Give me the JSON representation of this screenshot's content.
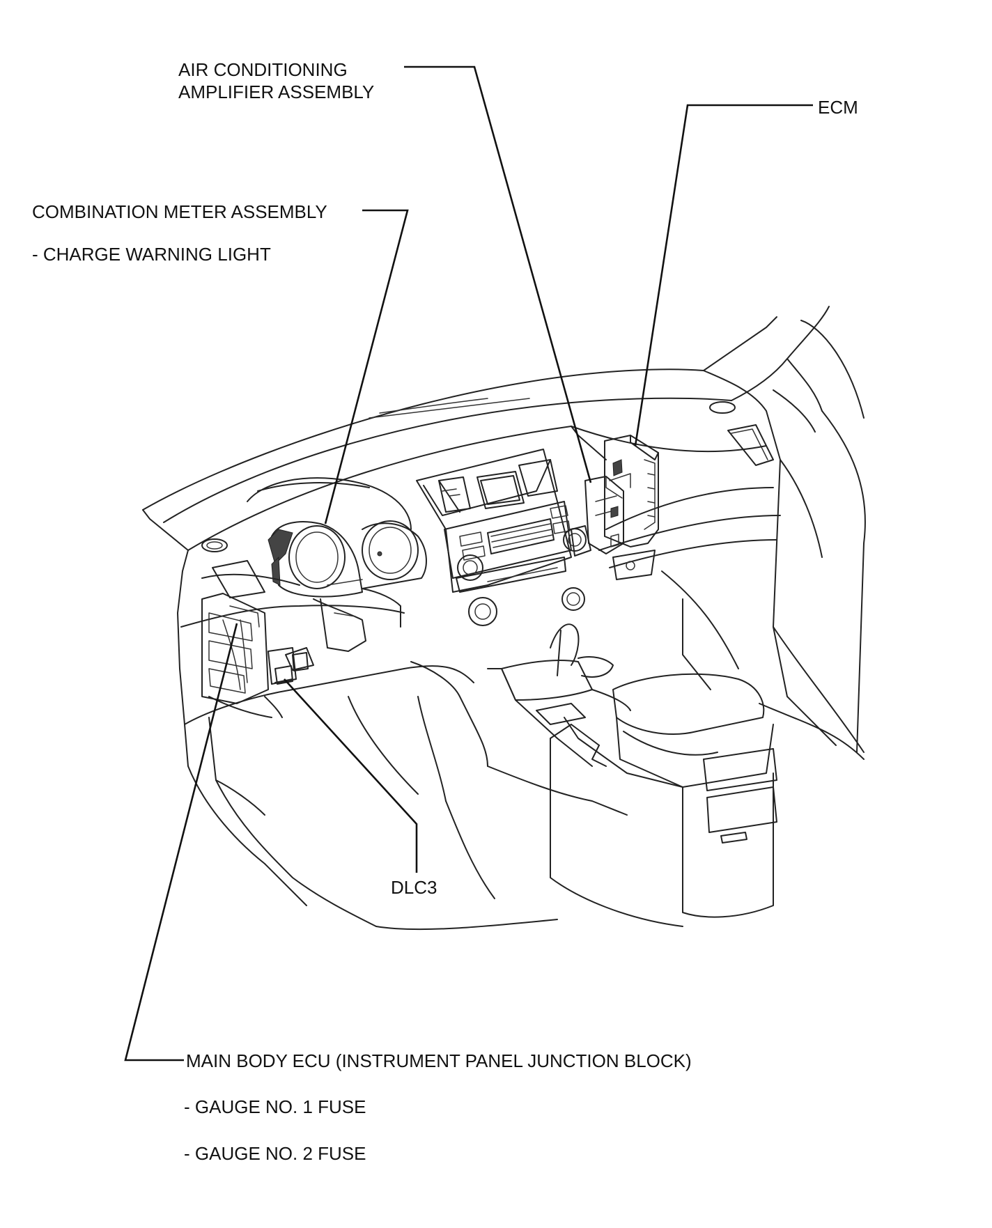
{
  "labels": {
    "ac_amp_line1": "AIR CONDITIONING",
    "ac_amp_line2": "AMPLIFIER ASSEMBLY",
    "ecm": "ECM",
    "combo_meter": "COMBINATION METER ASSEMBLY",
    "charge_light": "- CHARGE WARNING LIGHT",
    "dlc3": "DLC3",
    "main_body_ecu": "MAIN BODY ECU (INSTRUMENT PANEL JUNCTION BLOCK)",
    "gauge1_fuse": "- GAUGE NO. 1 FUSE",
    "gauge2_fuse": "- GAUGE NO. 2 FUSE"
  }
}
